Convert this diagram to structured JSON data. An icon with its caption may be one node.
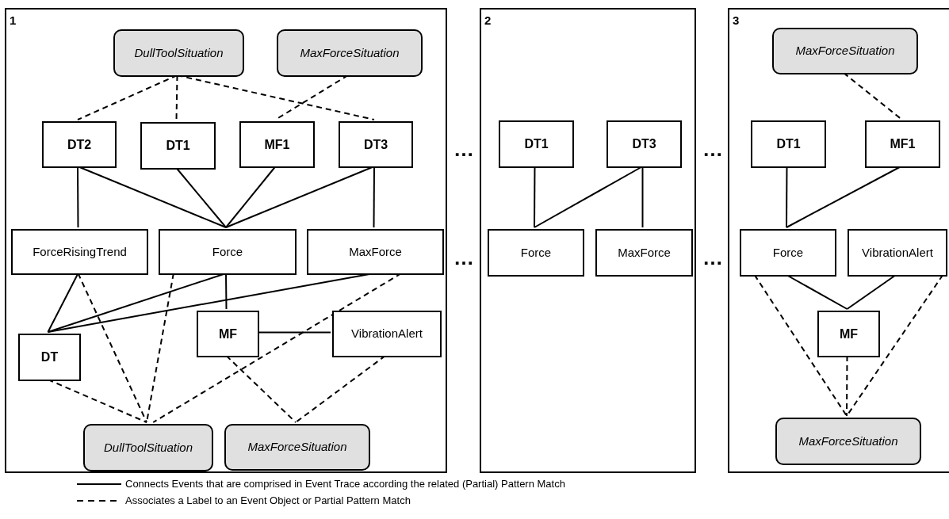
{
  "diagram": {
    "nodes": [
      {
        "text": [
          "1"
        ]
      },
      {
        "text": [
          "DullToolSituation"
        ],
        "in": 0
      },
      {
        "text": [
          "MaxForceSituation"
        ],
        "in": 0
      },
      {
        "text": [
          "DT2"
        ],
        "in": 0
      },
      {
        "text": [
          "DT1"
        ],
        "in": 0
      },
      {
        "text": [
          "MF1"
        ],
        "in": 0
      },
      {
        "text": [
          "DT3"
        ],
        "in": 0
      },
      {
        "text": [
          "ForceRisingTrend"
        ],
        "in": 0
      },
      {
        "text": [
          "Force"
        ],
        "in": 0
      },
      {
        "text": [
          "MaxForce"
        ],
        "in": 0
      },
      {
        "text": [
          "DT"
        ],
        "in": 0
      },
      {
        "text": [
          "MF"
        ],
        "in": 0
      },
      {
        "text": [
          "VibrationAlert"
        ],
        "in": 0
      },
      {
        "text": [
          "DullToolSituation"
        ],
        "in": 0
      },
      {
        "text": [
          "MaxForceSituation"
        ],
        "in": 0
      },
      {
        "text": [
          "2"
        ]
      },
      {
        "text": [
          "DT1"
        ],
        "in": 15
      },
      {
        "text": [
          "DT3"
        ],
        "in": 15
      },
      {
        "text": [
          "Force"
        ],
        "in": 15
      },
      {
        "text": [
          "MaxForce"
        ],
        "in": 15
      },
      {
        "text": [
          "3"
        ]
      },
      {
        "text": [
          "MaxForceSituation"
        ],
        "in": 20
      },
      {
        "text": [
          "DT1"
        ],
        "in": 20
      },
      {
        "text": [
          "MF1"
        ],
        "in": 20
      },
      {
        "text": [
          "Force"
        ],
        "in": 20
      },
      {
        "text": [
          "VibrationAlert"
        ],
        "in": 20
      },
      {
        "text": [
          "MF"
        ],
        "in": 20
      },
      {
        "text": [
          "MaxForceSituation"
        ],
        "in": 20
      }
    ],
    "edges": [
      {
        "from": 1,
        "to": 3,
        "arrow": "none",
        "style": "dashed"
      },
      {
        "from": 1,
        "to": 4,
        "arrow": "none",
        "style": "dashed"
      },
      {
        "from": 1,
        "to": 6,
        "arrow": "none",
        "style": "dashed"
      },
      {
        "from": 2,
        "to": 5,
        "arrow": "none",
        "style": "dashed"
      },
      {
        "from": 3,
        "to": 7,
        "arrow": "none"
      },
      {
        "from": 3,
        "to": 8,
        "arrow": "none"
      },
      {
        "from": 4,
        "to": 8,
        "arrow": "none"
      },
      {
        "from": 5,
        "to": 8,
        "arrow": "none"
      },
      {
        "from": 6,
        "to": 8,
        "arrow": "none"
      },
      {
        "from": 6,
        "to": 9,
        "arrow": "none"
      },
      {
        "from": 7,
        "to": 10,
        "arrow": "none"
      },
      {
        "from": 8,
        "to": 10,
        "arrow": "none"
      },
      {
        "from": 9,
        "to": 10,
        "arrow": "none"
      },
      {
        "from": 8,
        "to": 11,
        "arrow": "none"
      },
      {
        "from": 11,
        "to": 12,
        "arrow": "none"
      },
      {
        "from": 7,
        "to": 13,
        "arrow": "none",
        "style": "dashed"
      },
      {
        "from": 8,
        "to": 13,
        "arrow": "none",
        "style": "dashed"
      },
      {
        "from": 9,
        "to": 13,
        "arrow": "none",
        "style": "dashed"
      },
      {
        "from": 10,
        "to": 13,
        "arrow": "none",
        "style": "dashed"
      },
      {
        "from": 11,
        "to": 14,
        "arrow": "none",
        "style": "dashed"
      },
      {
        "from": 12,
        "to": 14,
        "arrow": "none",
        "style": "dashed"
      },
      {
        "from": 16,
        "to": 18,
        "arrow": "none"
      },
      {
        "from": 17,
        "to": 18,
        "arrow": "none"
      },
      {
        "from": 17,
        "to": 19,
        "arrow": "none"
      },
      {
        "from": 21,
        "to": 23,
        "arrow": "none",
        "style": "dashed"
      },
      {
        "from": 22,
        "to": 24,
        "arrow": "none"
      },
      {
        "from": 23,
        "to": 24,
        "arrow": "none"
      },
      {
        "from": 24,
        "to": 26,
        "arrow": "none"
      },
      {
        "from": 25,
        "to": 26,
        "arrow": "none"
      },
      {
        "from": 24,
        "to": 27,
        "arrow": "none",
        "style": "dashed"
      },
      {
        "from": 26,
        "to": 27,
        "arrow": "none",
        "style": "dashed"
      },
      {
        "from": 25,
        "to": 27,
        "arrow": "none",
        "style": "dashed"
      }
    ],
    "labels": [
      "…",
      "…",
      "…",
      "…"
    ],
    "legend": [
      {
        "text": "Connects Events that are comprised in Event Trace according the related (Partial) Pattern Match"
      },
      {
        "text": "Associates a Label to an Event Object or Partial Pattern Match"
      }
    ]
  }
}
